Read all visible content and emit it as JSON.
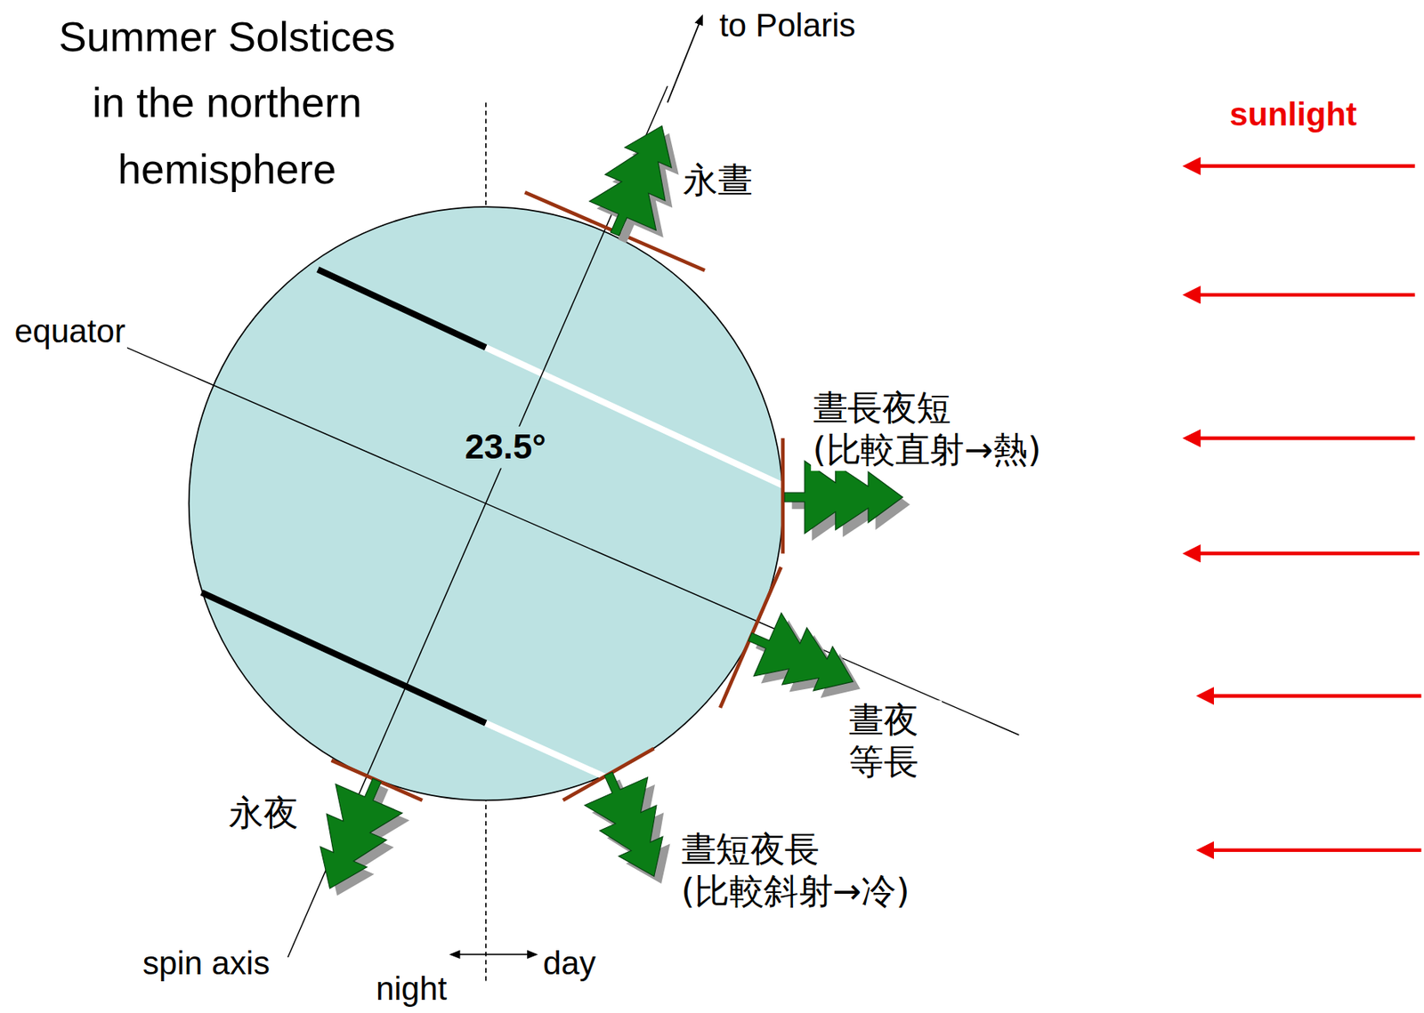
{
  "diagram": {
    "title": "Summer Solstices in the northern hemisphere",
    "labels": [
      "to Polaris",
      "永晝",
      "equator",
      "23.5°",
      "晝長夜短 (比較直射→熱)",
      "晝夜 等長",
      "永夜",
      "晝短夜長 (比較斜射→冷)",
      "spin axis",
      "night",
      "day",
      "sunlight"
    ]
  }
}
